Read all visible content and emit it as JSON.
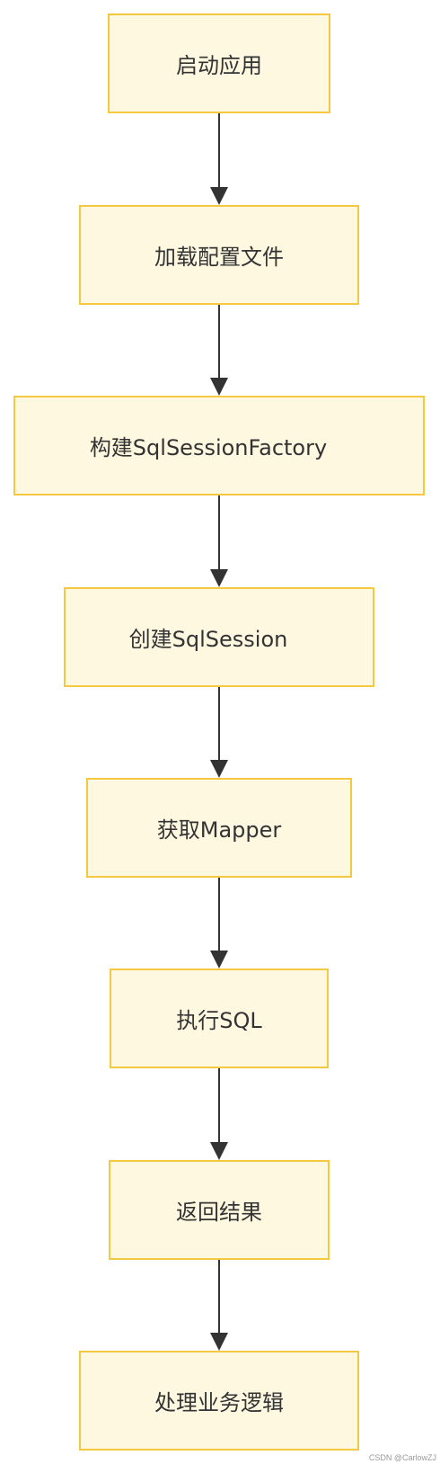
{
  "flow": {
    "steps": [
      "启动应用",
      "加载配置文件",
      "构建SqlSessionFactory",
      "创建SqlSession",
      "获取Mapper",
      "执行SQL",
      "返回结果",
      "处理业务逻辑"
    ]
  },
  "colors": {
    "node_fill": "#fff8e1",
    "node_border": "#f5c842",
    "arrow": "#333333",
    "text": "#333333"
  },
  "watermark": "CSDN @CarlowZJ"
}
